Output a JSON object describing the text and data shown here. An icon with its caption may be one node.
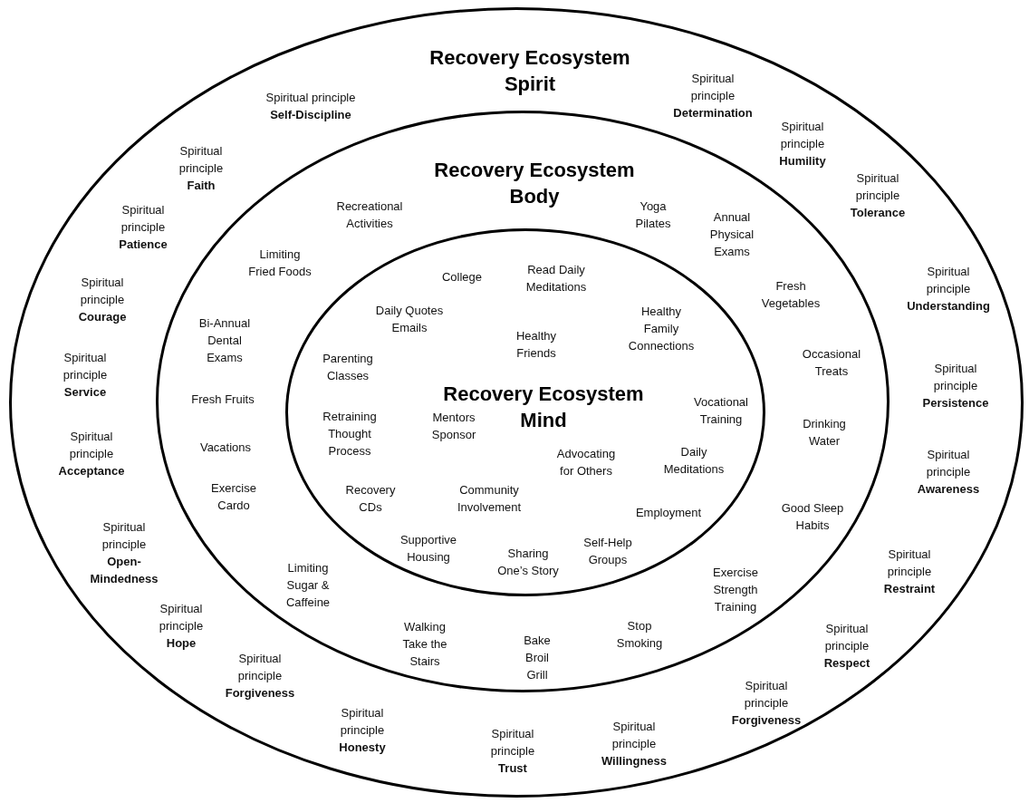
{
  "diagram": {
    "nodes": [
      {
        "text": [
          "Recovery Ecosystem Spirit"
        ]
      },
      {
        "text": [
          "Recovery Ecosystem Body"
        ],
        "in": 0
      },
      {
        "text": [
          "Recovery Ecosystem Mind"
        ],
        "in": 1
      }
    ],
    "labels": [
      "Spiritual principle **Self-Discipline**",
      "Spiritual principle **Determination**",
      "Spiritual principle **Faith**",
      "Spiritual principle **Humility**",
      "Spiritual principle **Patience**",
      "Spiritual principle **Tolerance**",
      "Spiritual principle **Courage**",
      "Spiritual principle **Understanding**",
      "Spiritual principle **Service**",
      "Spiritual principle **Persistence**",
      "Spiritual principle **Acceptance**",
      "Spiritual principle **Awareness**",
      "Spiritual principle **Open-Mindedness**",
      "Spiritual principle **Restraint**",
      "Spiritual principle **Hope**",
      "Spiritual principle **Respect**",
      "Spiritual principle **Forgiveness**",
      "Spiritual principle **Forgiveness**",
      "Spiritual principle **Honesty**",
      "Spiritual principle **Trust**",
      "Spiritual principle **Willingness**",
      "Recreational Activities",
      "Yoga Pilates",
      "Annual Physical Exams",
      "Limiting Fried Foods",
      "Fresh Vegetables",
      "Bi-Annual Dental Exams",
      "Occasional Treats",
      "Fresh Fruits",
      "Drinking Water",
      "Vacations",
      "Exercise Cardo",
      "Good Sleep Habits",
      "Limiting Sugar & Caffeine",
      "Exercise Strength Training",
      "Walking Take the Stairs",
      "Stop Smoking",
      "Bake Broil Grill",
      "College",
      "Read Daily Meditations",
      "Daily Quotes Emails",
      "Healthy Family Connections",
      "Healthy Friends",
      "Parenting Classes",
      "Vocational Training",
      "Retraining Thought Process",
      "Mentors Sponsor",
      "Advocating for Others",
      "Daily Meditations",
      "Recovery CDs",
      "Community Involvement",
      "Employment",
      "Supportive Housing",
      "Sharing One’s Story",
      "Self-Help Groups"
    ]
  }
}
